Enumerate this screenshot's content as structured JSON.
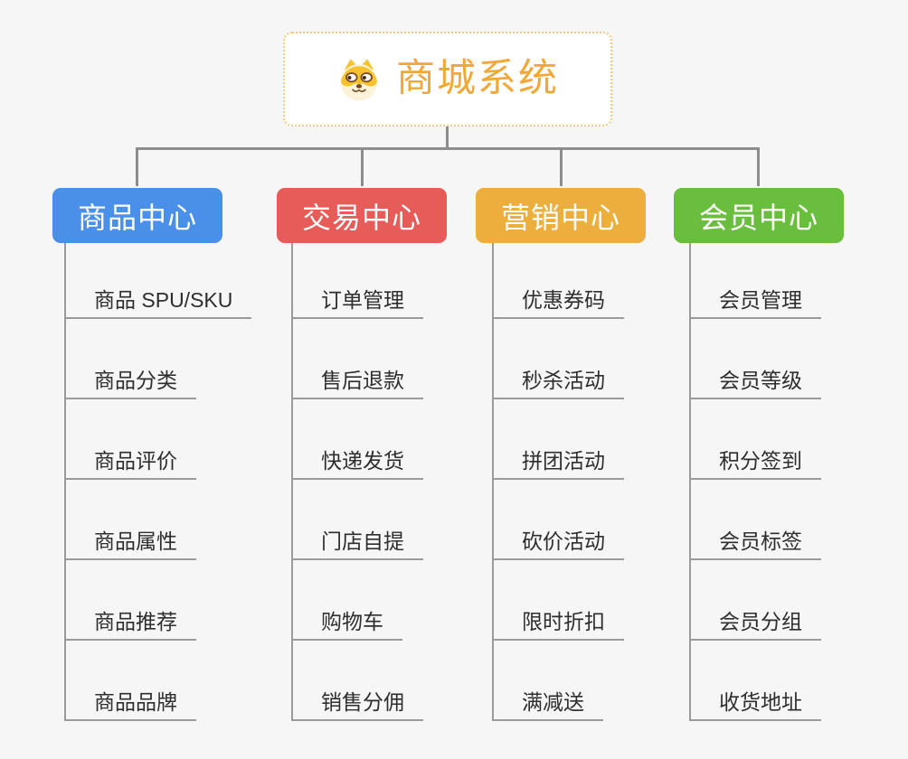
{
  "root": {
    "title": "商城系统",
    "icon": "dog-face-icon",
    "title_color": "#f0a83a",
    "border_color": "#f5c87d"
  },
  "branches": [
    {
      "label": "商品中心",
      "color": "#4a90e8",
      "children": [
        "商品 SPU/SKU",
        "商品分类",
        "商品评价",
        "商品属性",
        "商品推荐",
        "商品品牌"
      ]
    },
    {
      "label": "交易中心",
      "color": "#e75c58",
      "children": [
        "订单管理",
        "售后退款",
        "快递发货",
        "门店自提",
        "购物车",
        "销售分佣"
      ]
    },
    {
      "label": "营销中心",
      "color": "#ecae3c",
      "children": [
        "优惠券码",
        "秒杀活动",
        "拼团活动",
        "砍价活动",
        "限时折扣",
        "满减送"
      ]
    },
    {
      "label": "会员中心",
      "color": "#6abe3e",
      "children": [
        "会员管理",
        "会员等级",
        "积分签到",
        "会员标签",
        "会员分组",
        "收货地址"
      ]
    }
  ],
  "connector_color": "#8d8d8d",
  "spine_color": "#9a9a9a",
  "background_color": "#f6f6f7"
}
